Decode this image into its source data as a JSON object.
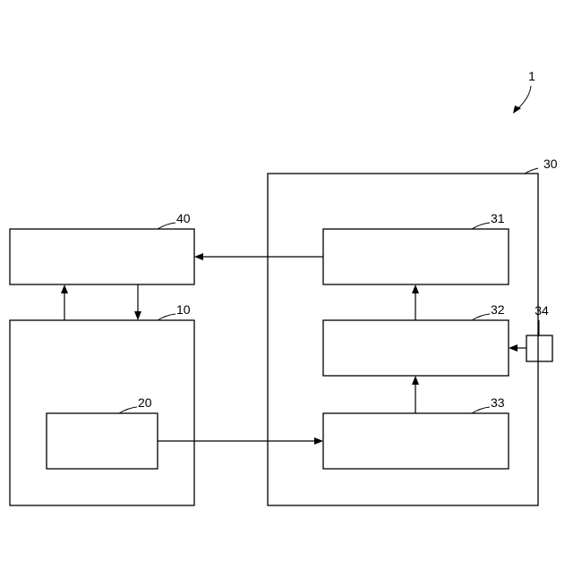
{
  "figure_label": "1",
  "blocks": {
    "b30": {
      "ref": "30"
    },
    "b40": {
      "ref": "40"
    },
    "b10": {
      "ref": "10"
    },
    "b20": {
      "ref": "20"
    },
    "b31": {
      "ref": "31"
    },
    "b32": {
      "ref": "32"
    },
    "b33": {
      "ref": "33"
    },
    "b34": {
      "ref": "34"
    }
  }
}
